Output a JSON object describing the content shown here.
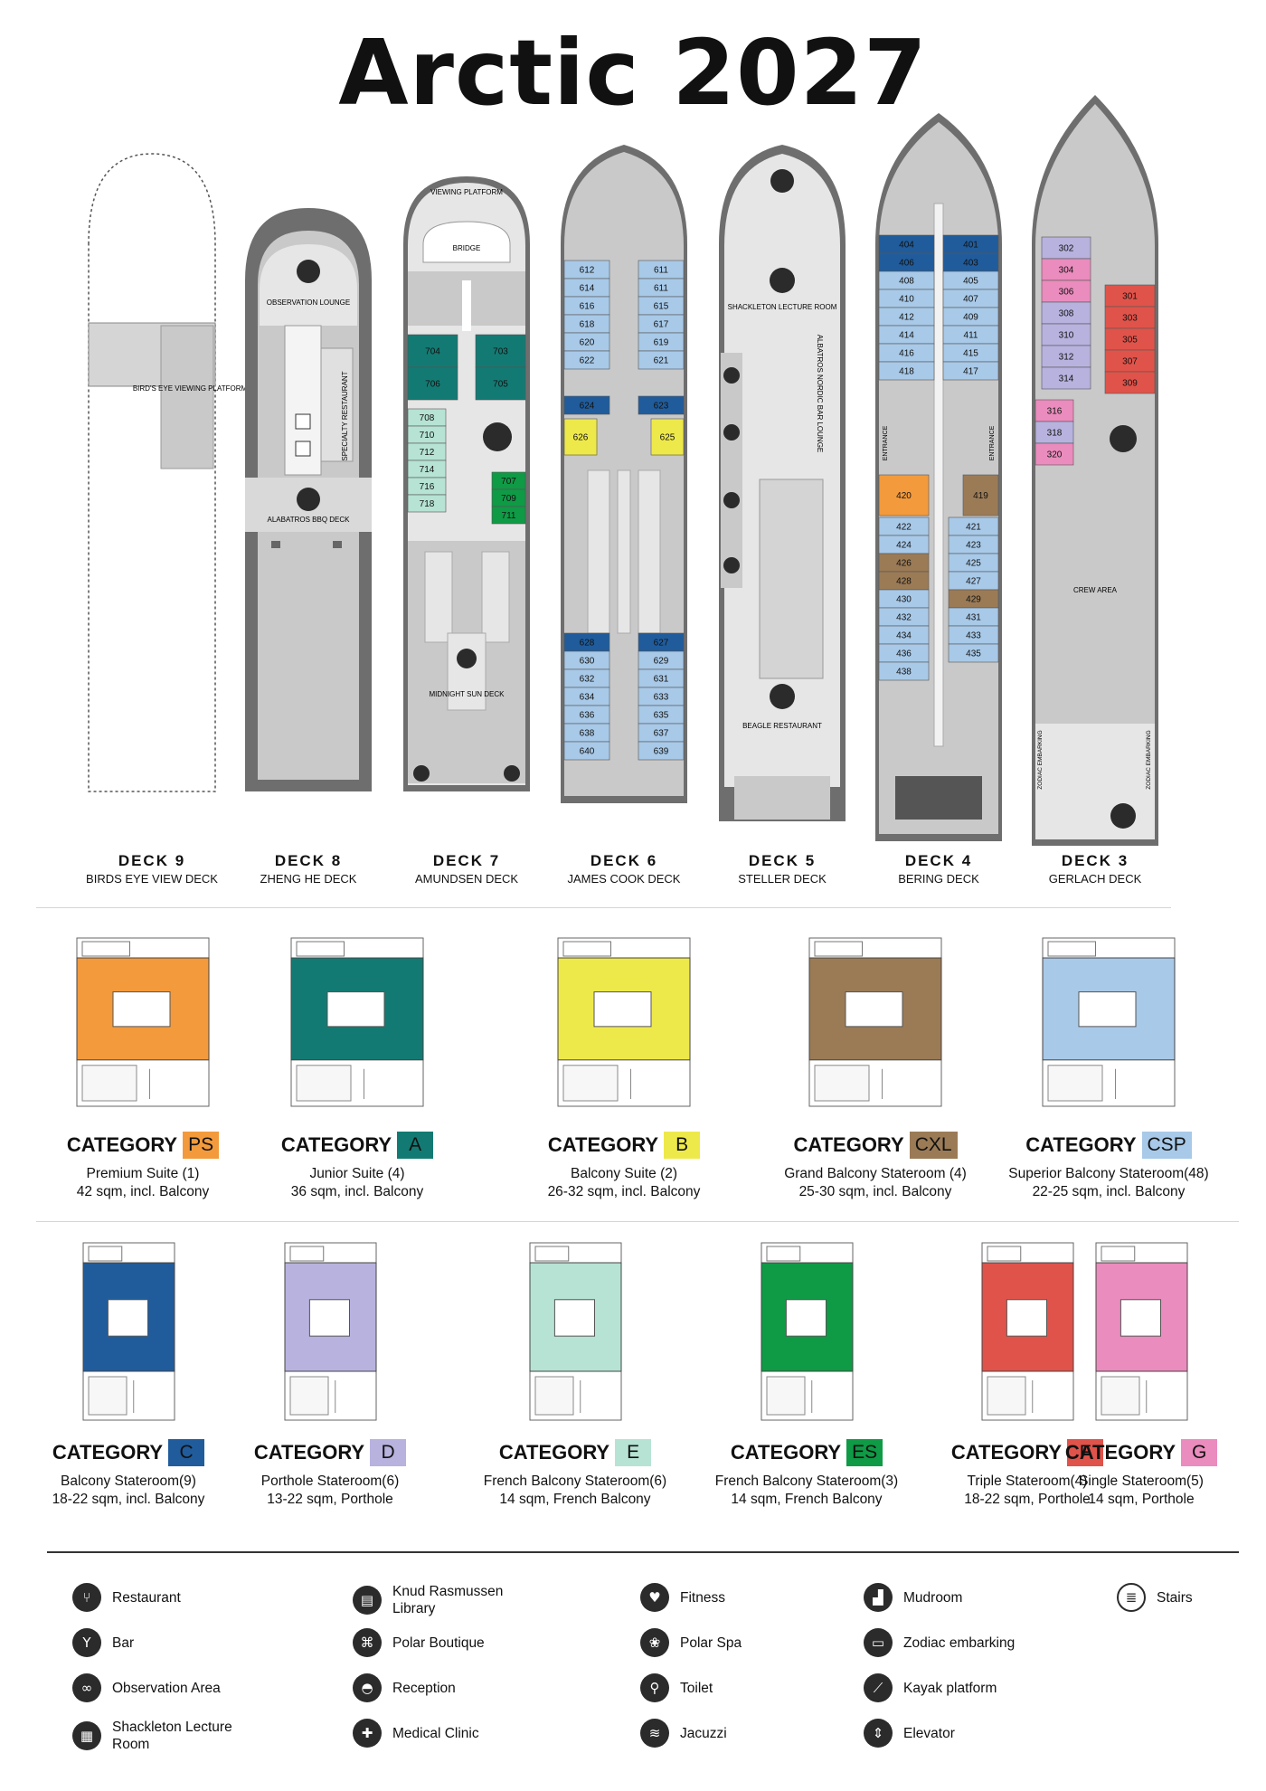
{
  "title": "Arctic 2027",
  "decks": [
    {
      "number": "DECK  9",
      "name": "BIRDS EYE VIEW DECK"
    },
    {
      "number": "DECK  8",
      "name": "ZHENG HE DECK"
    },
    {
      "number": "DECK  7",
      "name": "AMUNDSEN DECK"
    },
    {
      "number": "DECK  6",
      "name": "JAMES COOK DECK"
    },
    {
      "number": "DECK  5",
      "name": "STELLER DECK"
    },
    {
      "number": "DECK  4",
      "name": "BERING DECK"
    },
    {
      "number": "DECK  3",
      "name": "GERLACH DECK"
    }
  ],
  "deck_areas": {
    "d9_platform": "BIRD'S EYE VIEWING PLATFORM",
    "d8_observation": "OBSERVATION LOUNGE",
    "d8_specialty": "SPECIALTY RESTAURANT",
    "d8_bbq": "ALABATROS BBQ DECK",
    "d7_viewing": "VIEWING PLATFORM",
    "d7_bridge": "BRIDGE",
    "d7_midnight": "MIDNIGHT SUN DECK",
    "d5_shackleton": "SHACKLETON LECTURE ROOM",
    "d5_albatros": "ALBATROS NORDIC BAR LOUNGE",
    "d5_beagle": "BEAGLE RESTAURANT",
    "d4_entrance": "ENTRANCE",
    "d3_crew": "CREW AREA",
    "d3_zodiac": "ZODIAC EMBARKING"
  },
  "colors": {
    "PS": "#f39a3c",
    "A": "#137a73",
    "B": "#eee94a",
    "CXL": "#9b7b56",
    "CSP": "#a8c9e8",
    "C": "#205c9c",
    "D": "#b7b2de",
    "E": "#b6e3d3",
    "ES": "#0f9a46",
    "F": "#e0534a",
    "G": "#ea8cbd",
    "hull": "#6e6e6e",
    "deck_fill": "#c9c9c9",
    "light": "#e6e6e6"
  },
  "cabins": {
    "deck7": [
      {
        "no": "704",
        "cat": "A"
      },
      {
        "no": "703",
        "cat": "A"
      },
      {
        "no": "706",
        "cat": "A"
      },
      {
        "no": "705",
        "cat": "A"
      },
      {
        "no": "708",
        "cat": "E"
      },
      {
        "no": "710",
        "cat": "E"
      },
      {
        "no": "712",
        "cat": "E"
      },
      {
        "no": "714",
        "cat": "E"
      },
      {
        "no": "716",
        "cat": "E"
      },
      {
        "no": "718",
        "cat": "E"
      },
      {
        "no": "707",
        "cat": "ES"
      },
      {
        "no": "709",
        "cat": "ES"
      },
      {
        "no": "711",
        "cat": "ES"
      }
    ],
    "deck6_left_top": [
      "612",
      "614",
      "616",
      "618",
      "620",
      "622"
    ],
    "deck6_right_top": [
      "611",
      "615",
      "617",
      "619",
      "621"
    ],
    "deck6_band_left": "624",
    "deck6_band_right": "623",
    "deck6_b_left": "626",
    "deck6_b_right": "625",
    "deck6_band2_left": "628",
    "deck6_band2_right": "627",
    "deck6_left_bottom": [
      "630",
      "632",
      "634",
      "636",
      "638",
      "640"
    ],
    "deck6_right_bottom": [
      "629",
      "631",
      "633",
      "635",
      "637",
      "639"
    ],
    "deck4_c_left": [
      "404",
      "406"
    ],
    "deck4_c_right": [
      "401",
      "403"
    ],
    "deck4_left_top": [
      "408",
      "410",
      "412",
      "414",
      "416",
      "418"
    ],
    "deck4_right_top": [
      "405",
      "407",
      "409",
      "411",
      "415",
      "417"
    ],
    "deck4_ps": "420",
    "deck4_cxl_right": "419",
    "deck4_left_bottom": [
      "422",
      "424",
      "426",
      "428",
      "430",
      "432",
      "434",
      "436",
      "438"
    ],
    "deck4_right_bottom": [
      "421",
      "423",
      "425",
      "427",
      "429",
      "431",
      "433",
      "435"
    ],
    "deck4_cxl_left": [
      "426",
      "428"
    ],
    "deck4_cxl_right2": "429",
    "deck3_left": [
      {
        "no": "302",
        "cat": "D"
      },
      {
        "no": "304",
        "cat": "G"
      },
      {
        "no": "306",
        "cat": "G"
      },
      {
        "no": "308",
        "cat": "D"
      },
      {
        "no": "310",
        "cat": "D"
      },
      {
        "no": "312",
        "cat": "D"
      },
      {
        "no": "314",
        "cat": "D"
      }
    ],
    "deck3_right": [
      "301",
      "303",
      "305",
      "307",
      "309"
    ],
    "deck3_lower": [
      {
        "no": "316",
        "cat": "G"
      },
      {
        "no": "318",
        "cat": "D"
      },
      {
        "no": "320",
        "cat": "G"
      }
    ]
  },
  "categories_row1": [
    {
      "key": "PS",
      "word": "CATEGORY",
      "code": "PS",
      "name": "Premium Suite (1)",
      "size": "42 sqm, incl. Balcony"
    },
    {
      "key": "A",
      "word": "CATEGORY",
      "code": "A",
      "name": "Junior Suite (4)",
      "size": "36 sqm, incl. Balcony"
    },
    {
      "key": "B",
      "word": "CATEGORY",
      "code": "B",
      "name": "Balcony Suite (2)",
      "size": "26-32 sqm, incl. Balcony"
    },
    {
      "key": "CXL",
      "word": "CATEGORY",
      "code": "CXL",
      "name": "Grand Balcony Stateroom (4)",
      "size": "25-30 sqm, incl. Balcony"
    },
    {
      "key": "CSP",
      "word": "CATEGORY",
      "code": "CSP",
      "name": "Superior Balcony Stateroom(48)",
      "size": "22-25 sqm, incl. Balcony"
    }
  ],
  "categories_row2": [
    {
      "key": "C",
      "word": "CATEGORY",
      "code": "C",
      "name": "Balcony Stateroom(9)",
      "size": "18-22 sqm, incl. Balcony"
    },
    {
      "key": "D",
      "word": "CATEGORY",
      "code": "D",
      "name": "Porthole Stateroom(6)",
      "size": "13-22 sqm, Porthole"
    },
    {
      "key": "E",
      "word": "CATEGORY",
      "code": "E",
      "name": "French Balcony Stateroom(6)",
      "size": "14 sqm, French Balcony"
    },
    {
      "key": "ES",
      "word": "CATEGORY",
      "code": "ES",
      "name": "French Balcony Stateroom(3)",
      "size": "14 sqm, French Balcony"
    },
    {
      "key": "F",
      "word": "CATEGORY",
      "code": "F",
      "name": "Triple Stateroom(4)",
      "size": "18-22 sqm, Porthole"
    },
    {
      "key": "G",
      "word": "CATEGORY",
      "code": "G",
      "name": "Single Stateroom(5)",
      "size": "14 sqm, Porthole"
    }
  ],
  "legend": [
    {
      "icon": "restaurant-icon",
      "glyph": "⑂",
      "label": "Restaurant"
    },
    {
      "icon": "bar-icon",
      "glyph": "Y",
      "label": "Bar"
    },
    {
      "icon": "observation-icon",
      "glyph": "∞",
      "label": "Observation Area"
    },
    {
      "icon": "lecture-room-icon",
      "glyph": "▦",
      "label": "Shackleton Lecture Room"
    },
    {
      "icon": "library-icon",
      "glyph": "▤",
      "label": "Knud Rasmussen Library"
    },
    {
      "icon": "boutique-icon",
      "glyph": "⌘",
      "label": "Polar Boutique"
    },
    {
      "icon": "reception-icon",
      "glyph": "◓",
      "label": "Reception"
    },
    {
      "icon": "medical-icon",
      "glyph": "✚",
      "label": "Medical Clinic"
    },
    {
      "icon": "fitness-icon",
      "glyph": "♥",
      "label": "Fitness"
    },
    {
      "icon": "spa-icon",
      "glyph": "❀",
      "label": "Polar Spa"
    },
    {
      "icon": "toilet-icon",
      "glyph": "⚲",
      "label": "Toilet"
    },
    {
      "icon": "jacuzzi-icon",
      "glyph": "≋",
      "label": "Jacuzzi"
    },
    {
      "icon": "mudroom-icon",
      "glyph": "▟",
      "label": "Mudroom"
    },
    {
      "icon": "zodiac-icon",
      "glyph": "▭",
      "label": "Zodiac embarking"
    },
    {
      "icon": "kayak-icon",
      "glyph": "⟋",
      "label": "Kayak platform"
    },
    {
      "icon": "elevator-icon",
      "glyph": "⇕",
      "label": "Elevator"
    },
    {
      "icon": "stairs-icon",
      "glyph": "≣",
      "label": "Stairs"
    }
  ]
}
